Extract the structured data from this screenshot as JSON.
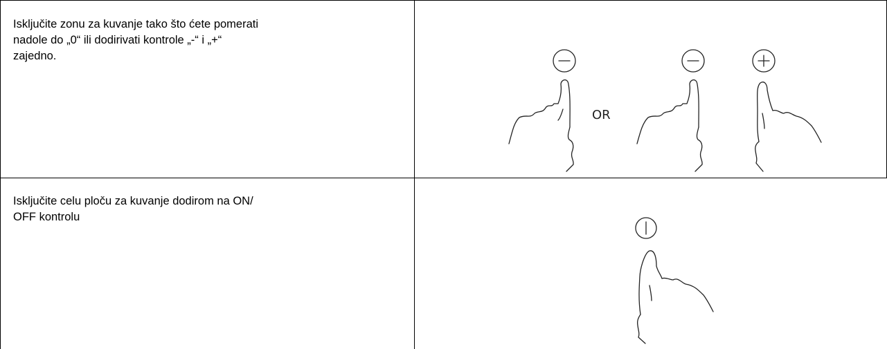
{
  "rows": [
    {
      "instruction": "Isključite zonu za kuvanje tako što ćete pomerati\nnadole do „0“ ili dodirivati kontrole „-“ i „+“\nzajedno.",
      "illustration": {
        "icons": [
          "minus-icon",
          "minus-icon",
          "plus-icon"
        ],
        "separator": "OR"
      }
    },
    {
      "instruction": "Isključite celu ploču za kuvanje dodirom na ON/\nOFF kontrolu",
      "illustration": {
        "icons": [
          "power-icon"
        ]
      }
    }
  ],
  "colors": {
    "border": "#000000",
    "line_art": "#222222"
  }
}
